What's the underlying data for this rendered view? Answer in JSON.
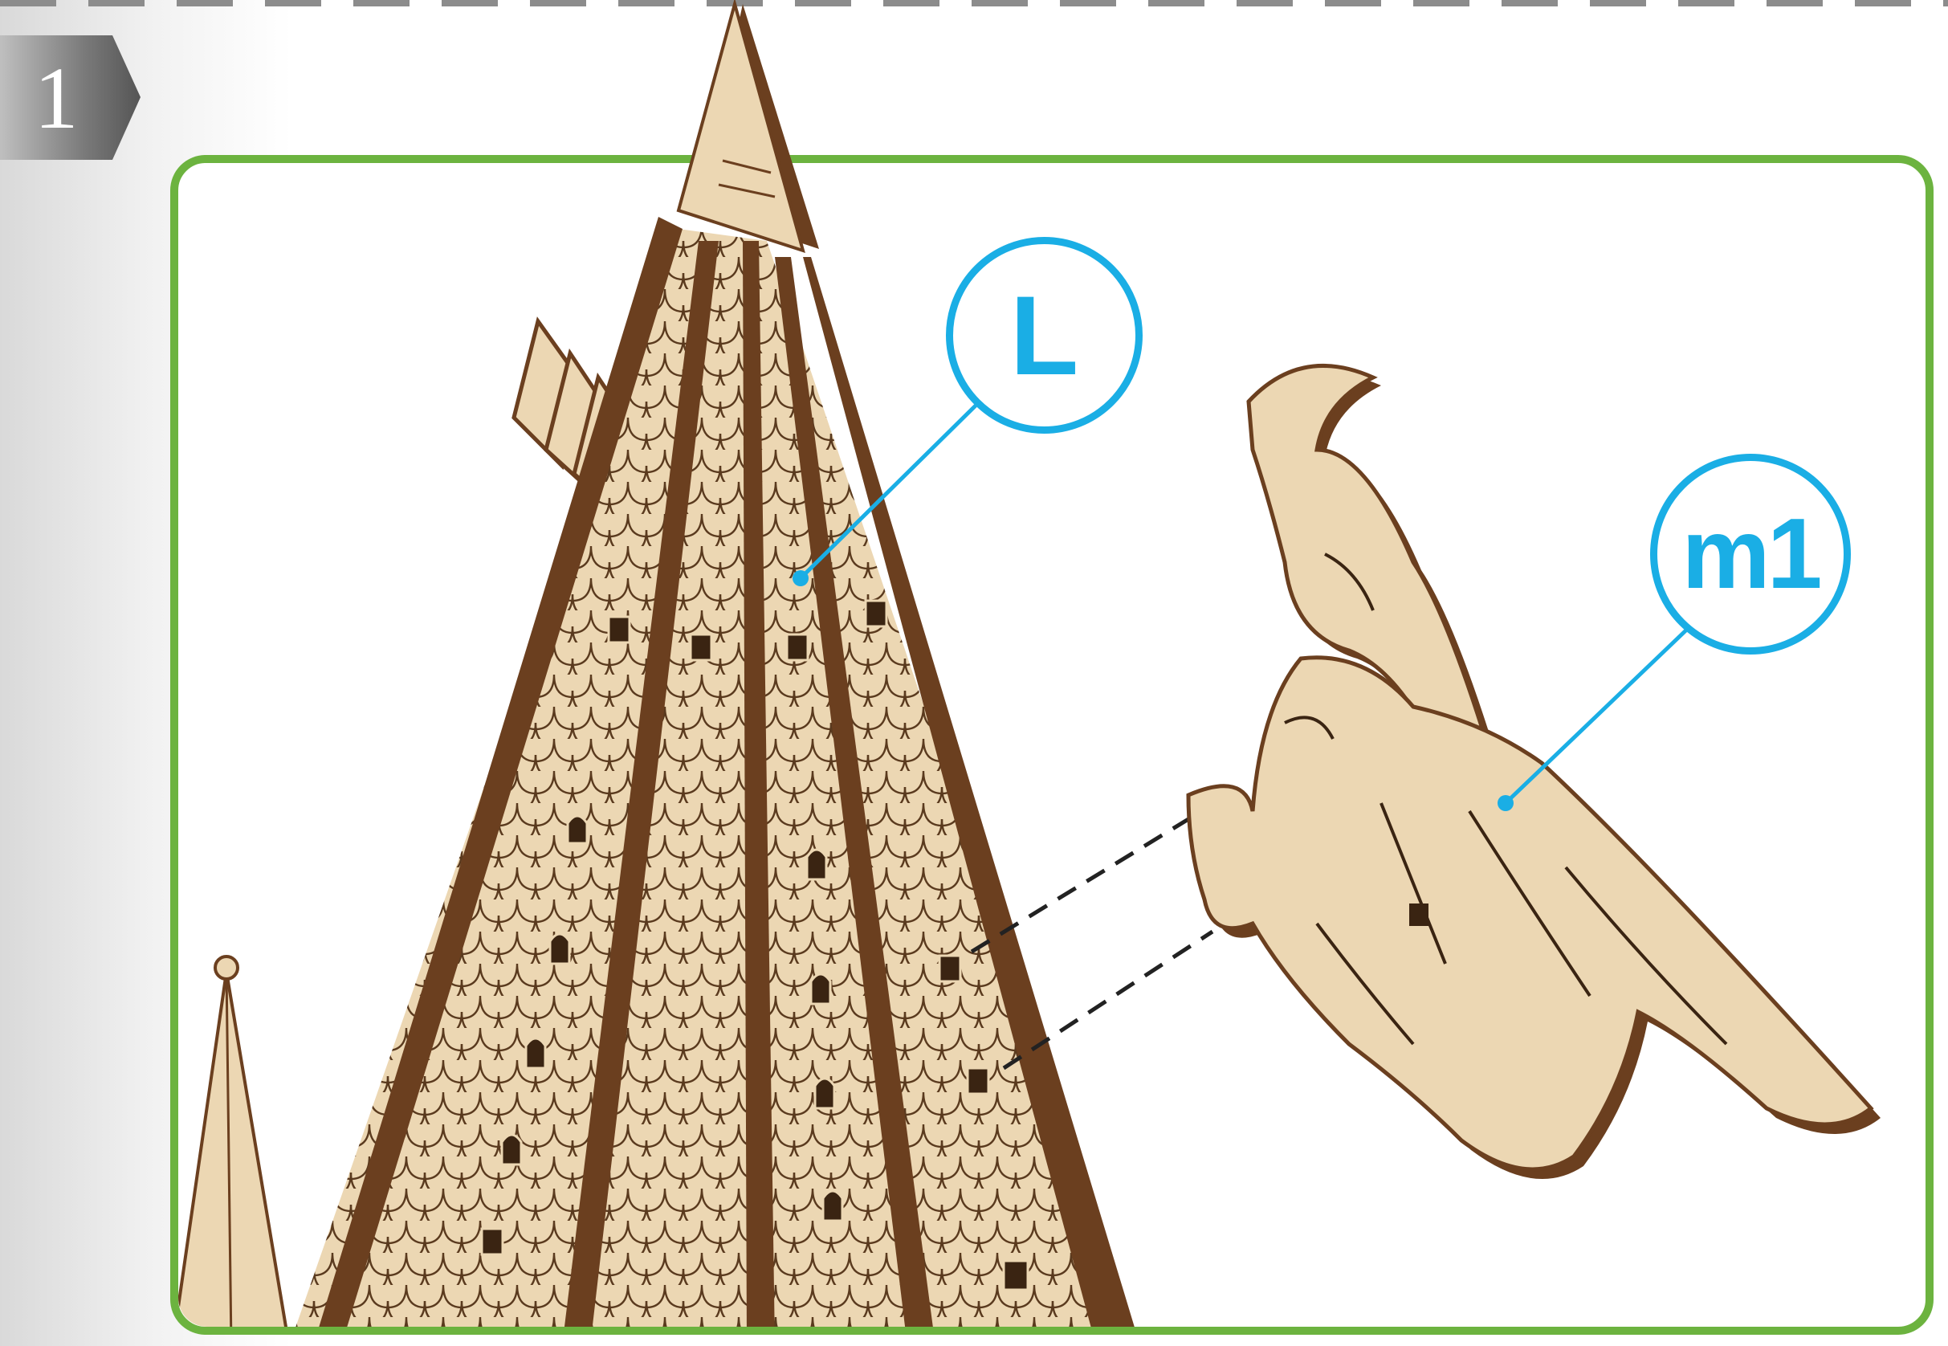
{
  "step": {
    "number": "1"
  },
  "callouts": [
    {
      "id": "L",
      "label": "L",
      "part": "tower roof cone"
    },
    {
      "id": "m1",
      "label": "m1",
      "part": "dragon"
    }
  ],
  "colors": {
    "frame_border": "#6cb33f",
    "callout_blue": "#1aaee5",
    "wood_light": "#ecd7b3",
    "wood_edge": "#6b3f1f",
    "step_tab_gray": "#8a8a8a"
  }
}
